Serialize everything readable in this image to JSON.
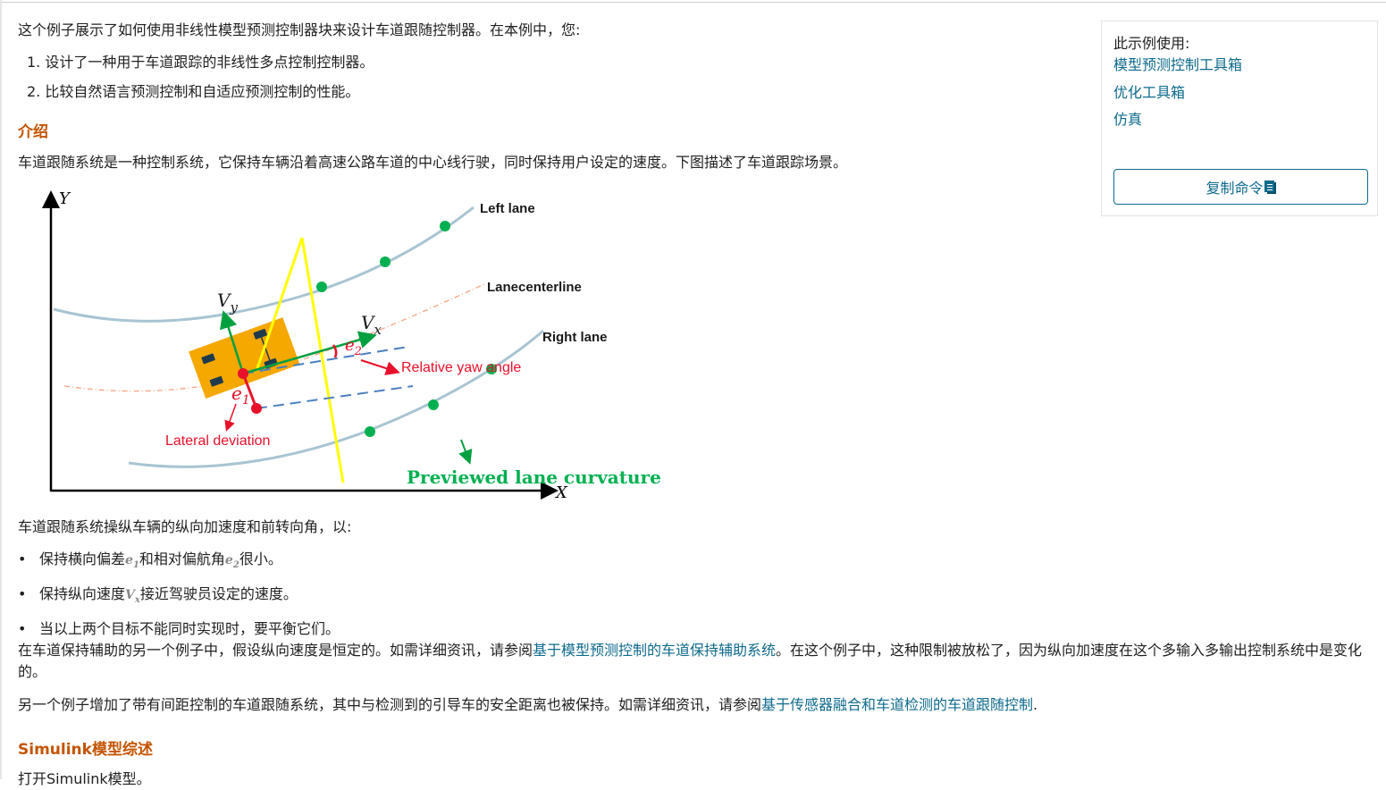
{
  "intro": {
    "text": "这个例子展示了如何使用非线性模型预测控制器块来设计车道跟随控制器。在本例中，您:",
    "steps": [
      {
        "num": "1.",
        "text": "设计了一种用于车道跟踪的非线性多点控制控制器。"
      },
      {
        "num": "2.",
        "text": "比较自然语言预测控制和自适应预测控制的性能。"
      }
    ]
  },
  "section_intro": {
    "heading": "介绍",
    "paragraph": "车道跟随系统是一种控制系统，它保持车辆沿着高速公路车道的中心线行驶，同时保持用户设定的速度。下图描述了车道跟踪场景。"
  },
  "figure": {
    "axis_y": "Y",
    "axis_x": "X",
    "left_lane": "Left lane",
    "lane_centerline": "Lanecenterline",
    "right_lane": "Right lane",
    "vy": "V",
    "vy_sub": "y",
    "vx": "V",
    "vx_sub": "x",
    "e1": "e",
    "e1_sub": "1",
    "e2": "e",
    "e2_sub": "2",
    "relative_yaw": "Relative yaw  angle",
    "lateral_dev": "Lateral deviation",
    "previewed": "Previewed lane curvature",
    "colors": {
      "lane": "#a9c4d2",
      "dot": "#00b050",
      "car": "#f5a800",
      "wheel": "#1f3a4d",
      "yellow": "#ffff00",
      "green_arrow": "#00a040",
      "red": "#e8102a",
      "dashed": "#4a7fbf",
      "centerline": "#f4a582"
    }
  },
  "section_manip": {
    "paragraph": "车道跟随系统操纵车辆的纵向加速度和前转向角，以:",
    "goals": [
      {
        "pre": "保持横向偏差",
        "m1": "e",
        "m1sub": "1",
        "mid": "和相对偏航角",
        "m2": "e",
        "m2sub": "2",
        "post": "很小。"
      },
      {
        "pre": "保持纵向速度",
        "m1": "V",
        "m1sub": "x",
        "post": "接近驾驶员设定的速度。"
      },
      {
        "text": "当以上两个目标不能同时实现时，要平衡它们。"
      }
    ]
  },
  "other1": {
    "pre": "在车道保持辅助的另一个例子中，假设纵向速度是恒定的。如需详细资讯，请参阅",
    "link": "基于模型预测控制的车道保持辅助系统",
    "post": "。在这个例子中，这种限制被放松了，因为纵向加速度在这个多输入多输出控制系统中是变化的。"
  },
  "other2": {
    "pre": "另一个例子增加了带有间距控制的车道跟随系统，其中与检测到的引导车的安全距离也被保持。如需详细资讯，请参阅",
    "link": "基于传感器融合和车道检测的车道跟随控制",
    "post": "."
  },
  "section_simulink": {
    "heading": "Simulink模型综述",
    "paragraph": "打开Simulink模型。"
  },
  "sidebar": {
    "label": "此示例使用:",
    "products": [
      "模型预测控制工具箱",
      "优化工具箱",
      "仿真"
    ],
    "copy_button": "复制命令"
  }
}
